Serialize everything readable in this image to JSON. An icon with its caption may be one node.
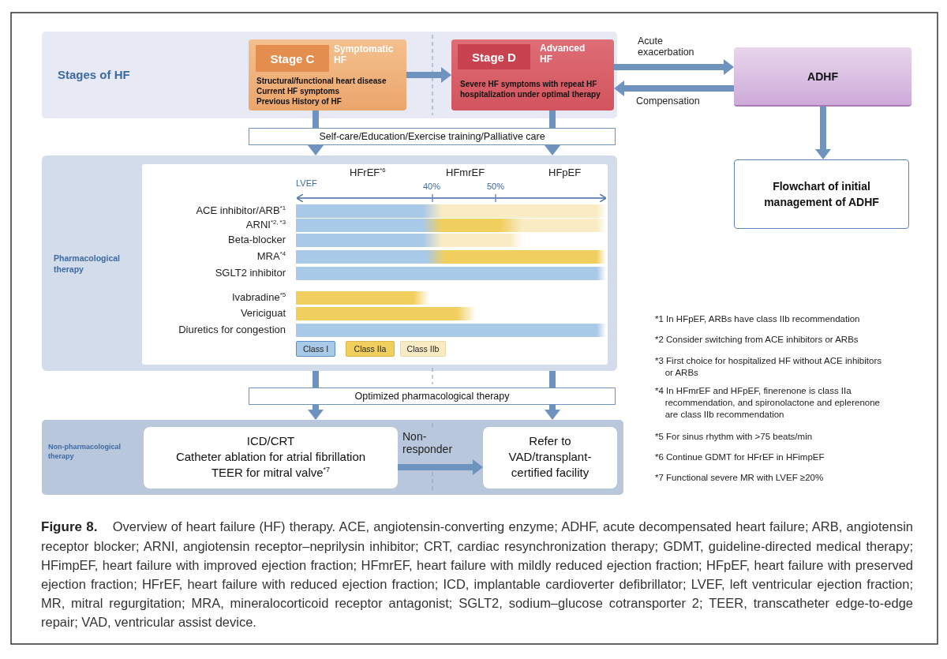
{
  "diagram": {
    "caption": "**Figure 8.** Overview of heart failure (HF) therapy. ACE, angiotensin-converting enzyme; ADHF, acute decompensated heart failure; ARB, angiotensin receptor blocker; ARNI, angiotensin receptor–neprilysin inhibitor; CRT, cardiac resynchronization therapy; GDMT, guideline-directed medical therapy; HFimpEF, heart failure with improved ejection fraction; HFmrEF, heart failure with mildly reduced ejection fraction; HFpEF, heart failure with preserved ejection fraction; HFrEF, heart failure with reduced ejection fraction; ICD, implantable cardioverter defibrillator; LVEF, left ventricular ejection fraction; MR, mitral regurgitation; MRA, mineralocorticoid receptor antagonist; SGLT2, sodium–glucose cotransporter 2; TEER, transcatheter edge-to-edge repair; VAD, ventricular assist device.",
    "nodes": [
      {
        "text": [
          "Stages of HF"
        ]
      },
      {
        "text": [
          "Stage C",
          "Symptomatic HF",
          "Structural/functional heart disease",
          "Current HF symptoms",
          "Previous History of HF"
        ],
        "in": 0
      },
      {
        "text": [
          "Stage D",
          "Advanced HF",
          "Severe HF symptoms with repeat HF hospitalization under optimal therapy"
        ],
        "in": 0
      },
      {
        "text": [
          "ADHF"
        ]
      },
      {
        "text": [
          "Flowchart of initial management of ADHF"
        ]
      },
      {
        "text": [
          "Self-care/Education/Exercise training/Palliative care"
        ]
      },
      {
        "text": [
          "Pharmacological therapy"
        ]
      },
      {
        "text": [
          "Optimized pharmacological therapy"
        ]
      },
      {
        "text": [
          "Non-pharmacological therapy"
        ]
      },
      {
        "text": [
          "ICD/CRT",
          "Catheter ablation for atrial fibrillation",
          "TEER for mitral valve$^{*7}$"
        ],
        "in": 8
      },
      {
        "text": [
          "Refer to VAD/transplant-certified facility"
        ],
        "in": 8
      }
    ],
    "edges": [
      {
        "from": 1,
        "to": 2,
        "arrow": "to"
      },
      {
        "from": 2,
        "to": 3,
        "arrow": "to",
        "label": "Acute exacerbation"
      },
      {
        "from": 3,
        "to": 2,
        "arrow": "to",
        "label": "Compensation"
      },
      {
        "from": 3,
        "to": 4,
        "arrow": "to"
      },
      {
        "from": 1,
        "to": 5,
        "arrow": "none"
      },
      {
        "from": 2,
        "to": 5,
        "arrow": "none"
      },
      {
        "from": 5,
        "to": 6,
        "arrow": "to"
      },
      {
        "from": 5,
        "to": 6,
        "arrow": "to"
      },
      {
        "from": 6,
        "to": 7,
        "arrow": "none"
      },
      {
        "from": 6,
        "to": 7,
        "arrow": "none"
      },
      {
        "from": 7,
        "to": 8,
        "arrow": "to"
      },
      {
        "from": 7,
        "to": 8,
        "arrow": "to"
      },
      {
        "from": 9,
        "to": 10,
        "arrow": "to",
        "label": "Non-responder"
      }
    ],
    "labels": [
      "LVEF",
      "HFrEF$^{*6}$",
      "HFmrEF",
      "HFpEF",
      "40%",
      "50%",
      "ACE inhibitor/ARB$^{*1}$",
      "ARNI$^{*2, *3}$",
      "Beta-blocker",
      "MRA$^{*4}$",
      "SGLT2 inhibitor",
      "Ivabradine$^{*5}$",
      "Vericiguat",
      "Diuretics for congestion",
      "*1 In HFpEF, ARBs have class IIb recommendation",
      "*2 Consider switching from ACE inhibitors or ARBs",
      "*3 First choice for hospitalized HF without ACE inhibitors or ARBs",
      "*4 In HFmrEF and HFpEF, finerenone is class IIa recommendation, and spironolactone and eplerenone are class IIb recommendation",
      "*5 For sinus rhythm with >75 beats/min",
      "*6 Continue GDMT for HFrEF in HFimpEF",
      "*7 Functional severe MR with LVEF ≥20%"
    ],
    "legend": [
      {
        "text": "Class I",
        "color": "#a9c9e8"
      },
      {
        "text": "Class IIa",
        "color": "#f1cf5f"
      },
      {
        "text": "Class IIb",
        "color": "#f9ebc4"
      }
    ]
  }
}
